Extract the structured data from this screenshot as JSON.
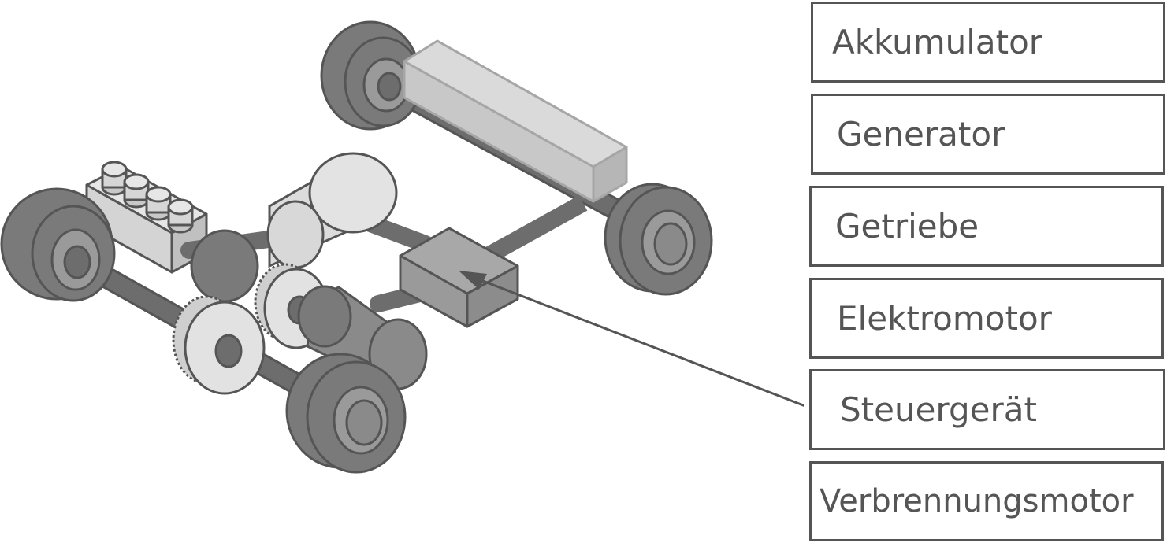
{
  "labels": [
    "Akkumulator",
    "Generator",
    "Getriebe",
    "Elektromotor",
    "Steuergerät",
    "Verbrennungsmotor"
  ],
  "colors": {
    "outline": "#555555",
    "dark_gray": "#7a7a7a",
    "medium_gray": "#9a9a9a",
    "light_gray": "#d4d4d4",
    "battery_fill": "#c8c8c8",
    "battery_outline": "#a6a6a6",
    "background": "#ffffff"
  }
}
